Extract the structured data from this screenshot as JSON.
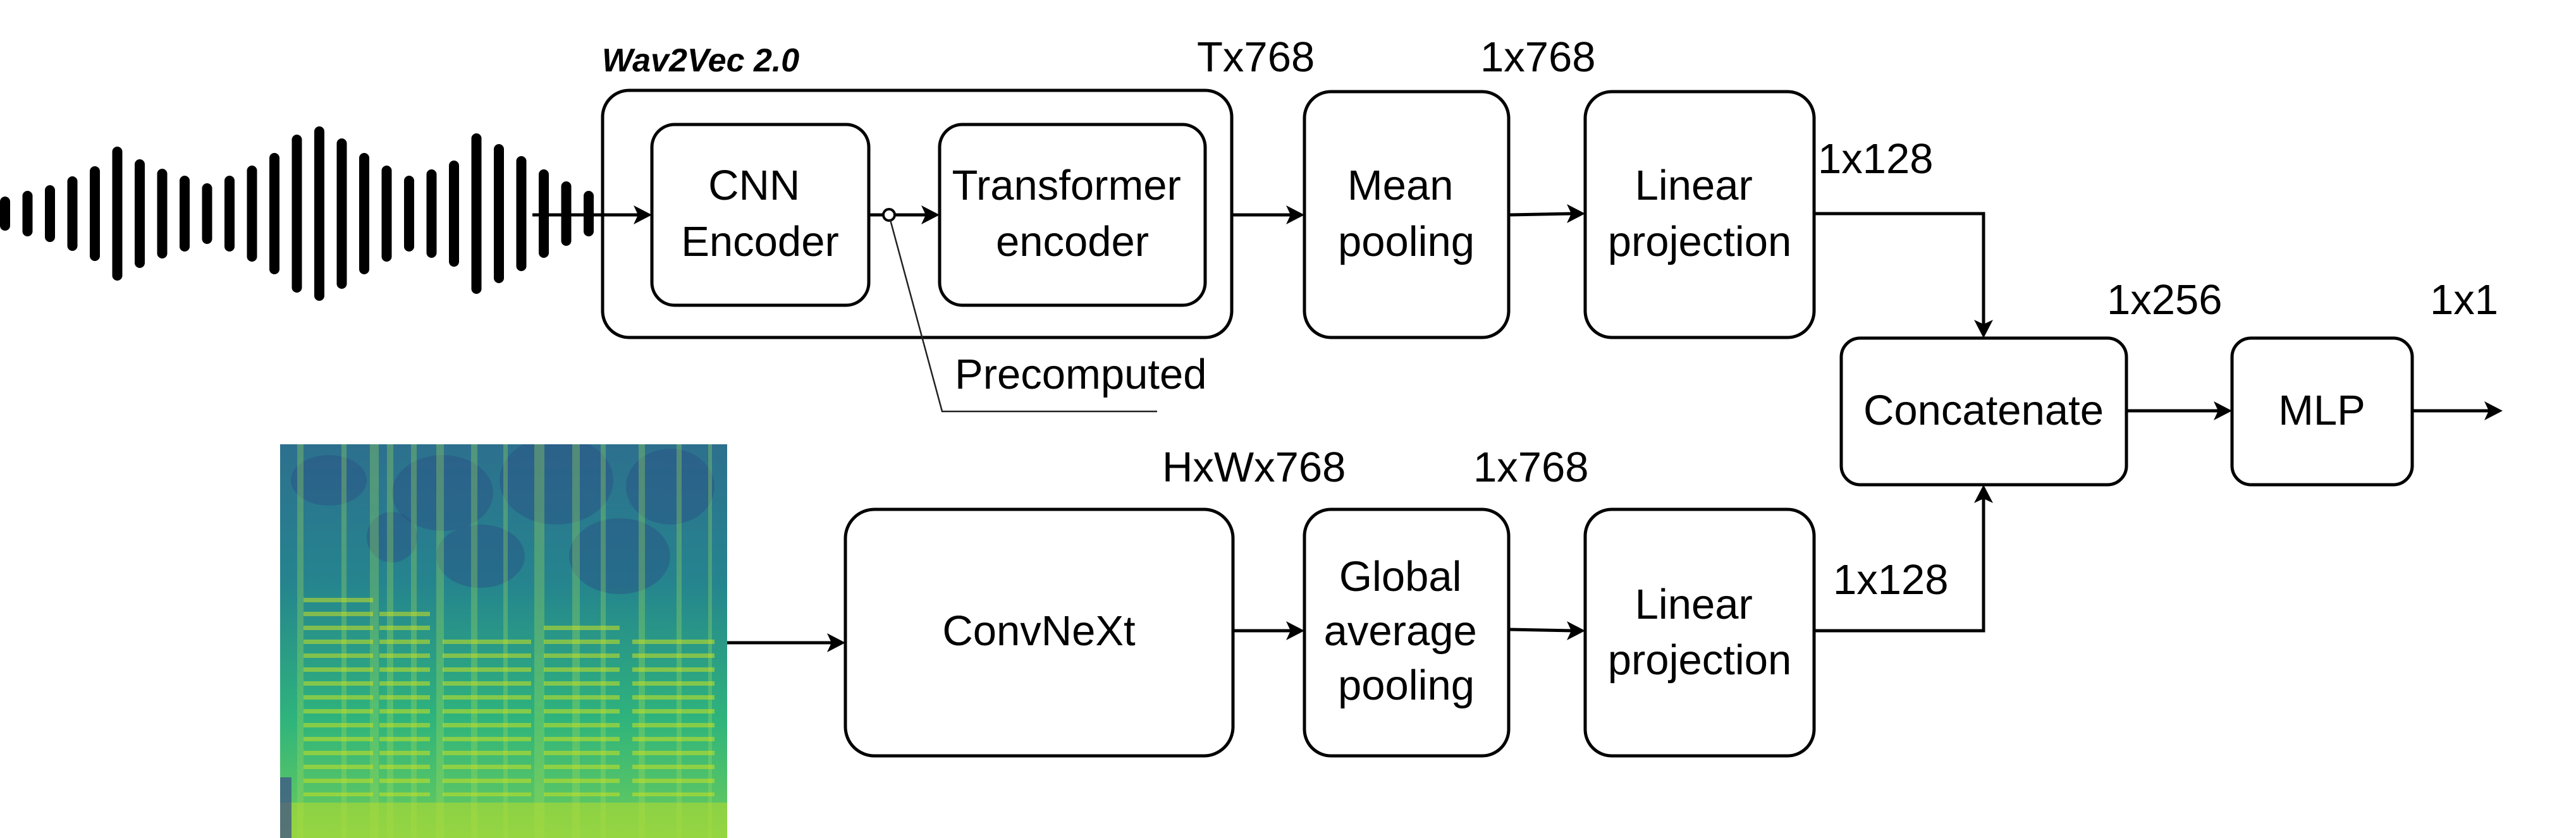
{
  "group": {
    "title": "Wav2Vec 2.0"
  },
  "nodes": {
    "cnn_encoder": [
      "CNN",
      "Encoder"
    ],
    "transformer_encoder": [
      "Transformer",
      "encoder"
    ],
    "mean_pooling": [
      "Mean",
      "pooling"
    ],
    "linear_projection_top": [
      "Linear",
      "projection"
    ],
    "concatenate": [
      "Concatenate"
    ],
    "mlp": [
      "MLP"
    ],
    "convnext": [
      "ConvNeXt"
    ],
    "global_average_pooling": [
      "Global",
      "average",
      "pooling"
    ],
    "linear_projection_bottom": [
      "Linear",
      "projection"
    ]
  },
  "annotations": {
    "precomputed": "Precomputed"
  },
  "dims": {
    "wav2vec_out": "Tx768",
    "mean_pool_out": "1x768",
    "linear_top_out": "1x128",
    "concat_out": "1x256",
    "mlp_out": "1x1",
    "convnext_out": "HxWx768",
    "gap_out": "1x768",
    "linear_bottom_out": "1x128"
  },
  "inputs": {
    "waveform_icon": "waveform-icon",
    "spectrogram_image": "spectrogram-image"
  },
  "colors": {
    "stroke": "#000000",
    "spectrogram_dark": "#2b6f8e",
    "spectrogram_mid": "#21918c",
    "spectrogram_bright": "#c8e020"
  }
}
